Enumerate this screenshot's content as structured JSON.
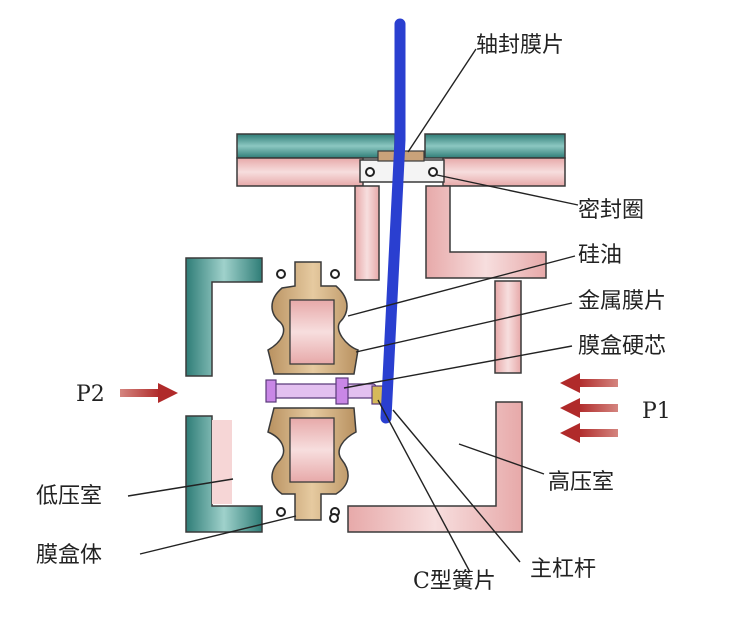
{
  "labels": {
    "shaft_seal_diaphragm": "轴封膜片",
    "seal_ring": "密封圈",
    "silicone_oil": "硅油",
    "metal_diaphragm": "金属膜片",
    "capsule_hard_core": "膜盒硬芯",
    "p2": "P2",
    "p1": "P1",
    "low_pressure_chamber": "低压室",
    "high_pressure_chamber": "高压室",
    "capsule_body": "膜盒体",
    "c_spring": "C型簧片",
    "main_lever": "主杠杆"
  },
  "colors": {
    "housing_pink": "#f2c6c6",
    "housing_teal": "#3f8f89",
    "capsule_tan": "#d6b689",
    "lever_blue": "#2a3fd0",
    "arrow_red": "#c23a3a",
    "spring_purple": "#b05ad0"
  }
}
